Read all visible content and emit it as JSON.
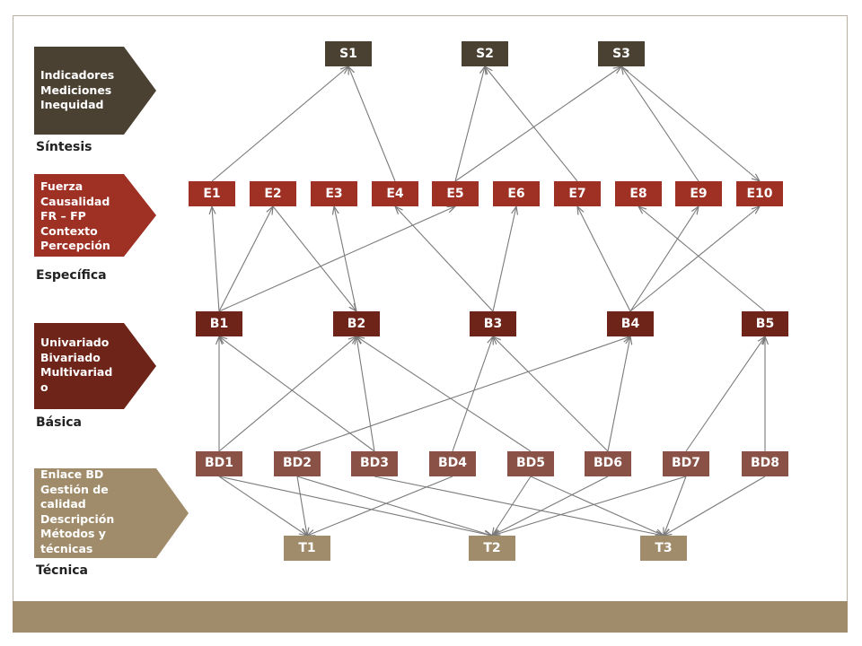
{
  "levels": [
    {
      "id": "sintesis",
      "name": "Síntesis",
      "color": "#4a4132",
      "lines": [
        "Indicadores",
        "Mediciones",
        "Inequidad"
      ]
    },
    {
      "id": "especifica",
      "name": "Específica",
      "color": "#9e3024",
      "lines": [
        "Fuerza",
        "Causalidad",
        "FR – FP",
        "Contexto",
        "Percepción"
      ]
    },
    {
      "id": "basica",
      "name": "Básica",
      "color": "#6e2418",
      "lines": [
        "Univariado",
        "Bivariado",
        "Multivariad",
        "o"
      ]
    },
    {
      "id": "tecnica",
      "name": "Técnica",
      "color": "#a08c6a",
      "lines": [
        "Enlace BD",
        "Gestión de",
        "calidad",
        "Descripción",
        "Métodos y",
        "técnicas"
      ]
    }
  ],
  "nodes": {
    "sintesis": [
      {
        "id": "S1",
        "label": "S1"
      },
      {
        "id": "S2",
        "label": "S2"
      },
      {
        "id": "S3",
        "label": "S3"
      }
    ],
    "especifica": [
      {
        "id": "E1",
        "label": "E1"
      },
      {
        "id": "E2",
        "label": "E2"
      },
      {
        "id": "E3",
        "label": "E3"
      },
      {
        "id": "E4",
        "label": "E4"
      },
      {
        "id": "E5",
        "label": "E5"
      },
      {
        "id": "E6",
        "label": "E6"
      },
      {
        "id": "E7",
        "label": "E7"
      },
      {
        "id": "E8",
        "label": "E8"
      },
      {
        "id": "E9",
        "label": "E9"
      },
      {
        "id": "E10",
        "label": "E10"
      }
    ],
    "basica": [
      {
        "id": "B1",
        "label": "B1"
      },
      {
        "id": "B2",
        "label": "B2"
      },
      {
        "id": "B3",
        "label": "B3"
      },
      {
        "id": "B4",
        "label": "B4"
      },
      {
        "id": "B5",
        "label": "B5"
      }
    ],
    "bd": [
      {
        "id": "BD1",
        "label": "BD 1"
      },
      {
        "id": "BD2",
        "label": "BD 2"
      },
      {
        "id": "BD3",
        "label": "BD 3"
      },
      {
        "id": "BD4",
        "label": "BD 4"
      },
      {
        "id": "BD5",
        "label": "BD 5"
      },
      {
        "id": "BD6",
        "label": "BD 6"
      },
      {
        "id": "BD7",
        "label": "BD 7"
      },
      {
        "id": "BD8",
        "label": "BD 8"
      }
    ],
    "tecnica": [
      {
        "id": "T1",
        "label": "T1"
      },
      {
        "id": "T2",
        "label": "T2"
      },
      {
        "id": "T3",
        "label": "T3"
      }
    ]
  },
  "edges": [
    [
      "E1",
      "S1"
    ],
    [
      "E4",
      "S1"
    ],
    [
      "E5",
      "S2"
    ],
    [
      "E7",
      "S2"
    ],
    [
      "E5",
      "S3"
    ],
    [
      "E9",
      "S3"
    ],
    [
      "S3",
      "E10"
    ],
    [
      "B1",
      "E1"
    ],
    [
      "B1",
      "E2"
    ],
    [
      "B1",
      "E5"
    ],
    [
      "B2",
      "E3"
    ],
    [
      "E2",
      "B2"
    ],
    [
      "B3",
      "E4"
    ],
    [
      "B3",
      "E6"
    ],
    [
      "B4",
      "E7"
    ],
    [
      "B4",
      "E9"
    ],
    [
      "B4",
      "E10"
    ],
    [
      "B5",
      "E8"
    ],
    [
      "BD1",
      "B1"
    ],
    [
      "BD1",
      "B2"
    ],
    [
      "BD3",
      "B1"
    ],
    [
      "BD3",
      "B2"
    ],
    [
      "BD2",
      "B4"
    ],
    [
      "BD4",
      "B3"
    ],
    [
      "BD5",
      "B2"
    ],
    [
      "BD6",
      "B3"
    ],
    [
      "BD6",
      "B4"
    ],
    [
      "BD7",
      "B5"
    ],
    [
      "BD8",
      "B5"
    ],
    [
      "BD1",
      "T1"
    ],
    [
      "BD2",
      "T1"
    ],
    [
      "BD4",
      "T1"
    ],
    [
      "BD1",
      "T2"
    ],
    [
      "BD2",
      "T2"
    ],
    [
      "BD5",
      "T2"
    ],
    [
      "BD6",
      "T2"
    ],
    [
      "BD7",
      "T2"
    ],
    [
      "BD3",
      "T3"
    ],
    [
      "BD5",
      "T3"
    ],
    [
      "BD7",
      "T3"
    ],
    [
      "BD8",
      "T3"
    ]
  ],
  "colors": {
    "sintesis": "#4a4132",
    "especifica": "#9e3024",
    "basica": "#6e2418",
    "bd": "#8a5246",
    "tecnica": "#a08c6a",
    "edge": "#7a7a7a",
    "footer": "#a08c6a"
  }
}
